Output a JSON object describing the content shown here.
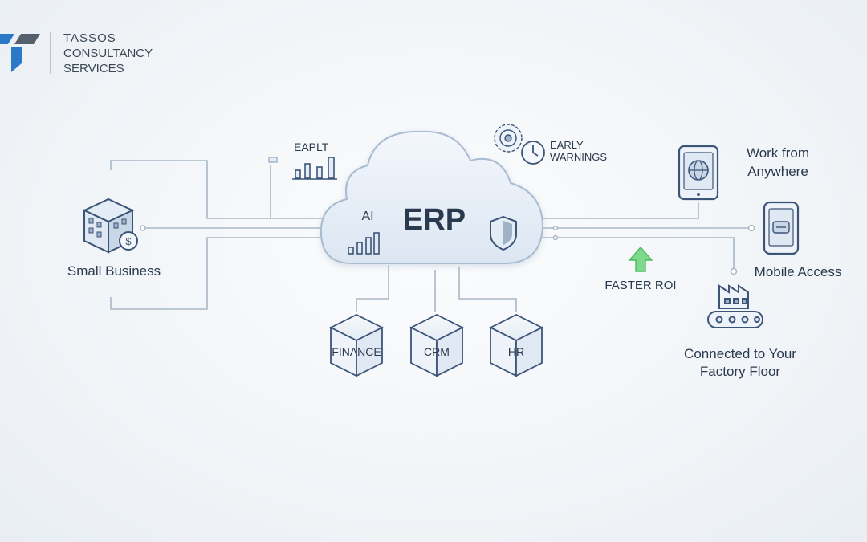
{
  "brand": {
    "line1": "TASSOS",
    "line2": "CONSULTANCY",
    "line3": "SERVICES"
  },
  "cloud": {
    "title": "ERP",
    "ai_label": "AI"
  },
  "labels": {
    "eaplt": "EAPLT",
    "early_line1": "EARLY",
    "early_line2": "WARNINGS",
    "work_line1": "Work from",
    "work_line2": "Anywhere",
    "mobile": "Mobile Access",
    "faster_roi": "FASTER ROI",
    "factory_line1": "Connected to Your",
    "factory_line2": "Factory Floor",
    "small_business": "Small Business"
  },
  "modules": [
    "FINANCE",
    "CRM",
    "HR"
  ],
  "colors": {
    "line": "#aab8c6",
    "icon_stroke": "#3c5478",
    "icon_fill": "#dfe8f3",
    "accent_blue": "#2a77c9",
    "roi_green": "#5cc96d",
    "text": "#2a3a4e"
  },
  "icons": [
    "logo-mark",
    "bar-chart",
    "gear-brain",
    "clock",
    "tablet-globe",
    "smartphone",
    "building-dollar",
    "shield",
    "factory-conveyor",
    "up-arrow",
    "cube"
  ]
}
